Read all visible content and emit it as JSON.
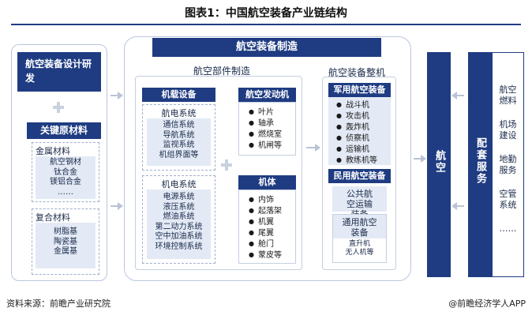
{
  "title": "图表1：中国航空装备产业链结构",
  "design": {
    "title": "航空装备设计研发"
  },
  "materials": {
    "header": "关键原材料",
    "metal": {
      "title": "金属材料",
      "items": [
        "航空钢材",
        "钛合金",
        "镁铝合金",
        "……"
      ]
    },
    "composite": {
      "title": "复合材料",
      "items": [
        "树脂基",
        "陶瓷基",
        "金属基"
      ]
    }
  },
  "manufacturing": {
    "banner": "航空装备制造",
    "parts": {
      "title": "航空部件制造",
      "airborne": {
        "header": "机载设备",
        "avionics": {
          "title": "航电系统",
          "items": [
            "通信系统",
            "导航系统",
            "监视系统",
            "机组界面等"
          ]
        },
        "electromech": {
          "title": "机电系统",
          "items": [
            "电源系统",
            "液压系统",
            "燃油系统",
            "第二动力系统",
            "空中加油系统",
            "环境控制系统"
          ]
        }
      },
      "engine": {
        "header": "航空发动机",
        "items": [
          "叶片",
          "轴承",
          "燃烧室",
          "机闸等"
        ]
      },
      "airframe": {
        "header": "机体",
        "items": [
          "内饰",
          "起落架",
          "机翼",
          "尾翼",
          "舱门",
          "蒙皮等"
        ]
      }
    },
    "assembly": {
      "title": "航空装备整机",
      "military": {
        "header": "军用航空装备",
        "items": [
          "战斗机",
          "攻击机",
          "轰炸机",
          "侦察机",
          "运输机",
          "教练机等"
        ]
      },
      "civil": {
        "header": "民用航空装备",
        "public": "公共航空运输装备",
        "general": "通用航空装备",
        "general_items": [
          "直升机",
          "无人机等"
        ]
      }
    }
  },
  "aviation": {
    "label": "航空"
  },
  "support": {
    "label": "配套服务",
    "items": [
      "航空燃料",
      "机场建设",
      "地勤服务",
      "空管系统",
      "……"
    ]
  },
  "footer": {
    "source": "资料来源：前瞻产业研究院",
    "brand": "@前瞻经济学人APP"
  }
}
